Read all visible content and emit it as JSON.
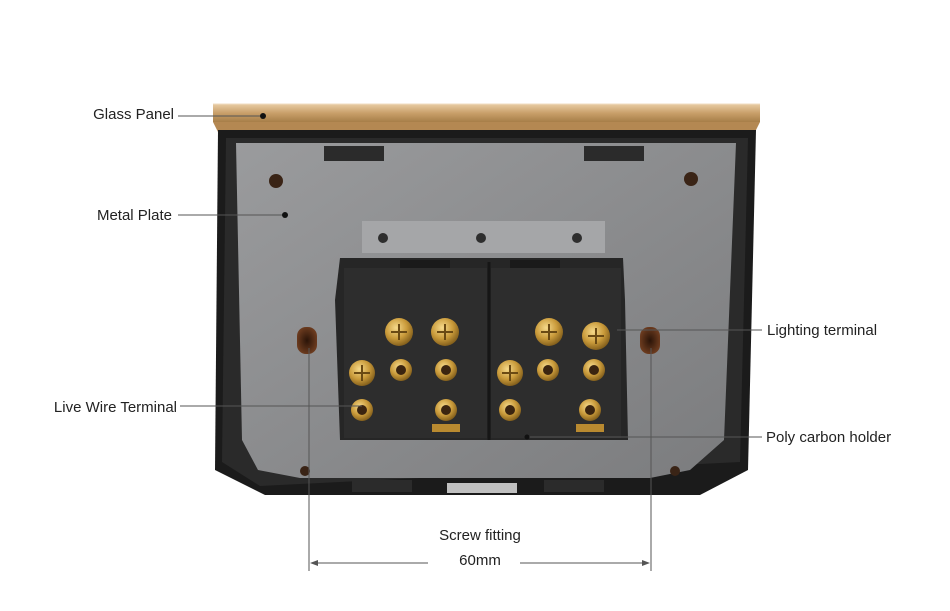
{
  "labels": {
    "glass_panel": "Glass Panel",
    "metal_plate": "Metal Plate",
    "live_wire_terminal": "Live Wire Terminal",
    "lighting_terminal": "Lighting terminal",
    "poly_carbon_holder": "Poly carbon holder",
    "screw_fitting": "Screw fitting",
    "dimension": "60mm"
  },
  "colors": {
    "glass_panel": "#c9a06a",
    "glass_edge": "#e3c79d",
    "frame": "#1b1b1b",
    "metal_plate": "#8a8b8d",
    "holder": "#262626",
    "terminal_brass": "#c99a3a",
    "leader_line": "#555555"
  }
}
